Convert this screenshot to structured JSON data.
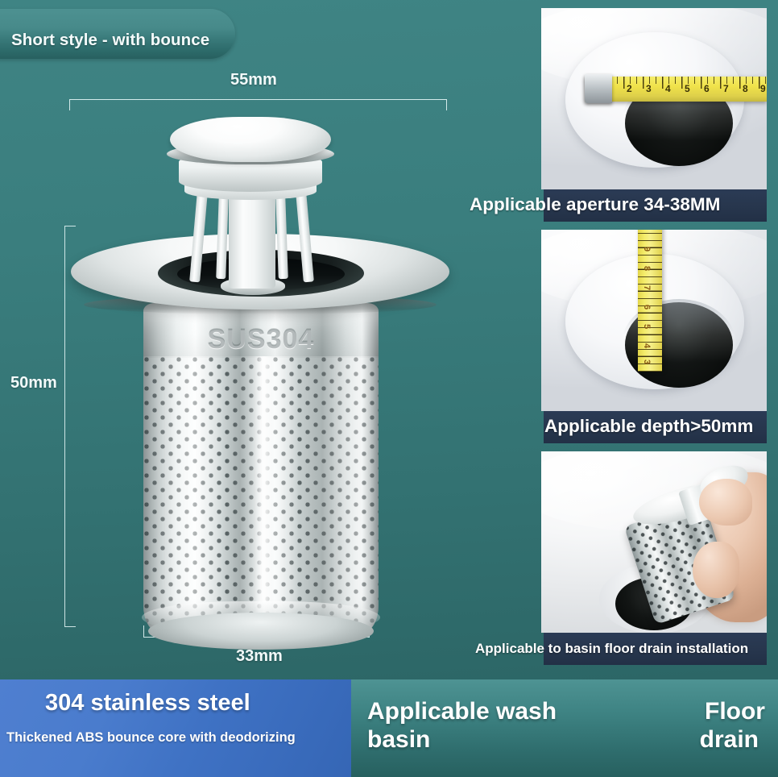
{
  "theme": {
    "background_teal_top": "#3f8484",
    "background_teal_bottom": "#2a6060",
    "caption_bar_navy": "#27364d",
    "bottom_left_blue": "#3f72c4",
    "bottom_right_teal": "#3e8383",
    "text_white": "#ffffff",
    "tape_yellow": "#f0e24a"
  },
  "badge": {
    "label": "Short style - with bounce"
  },
  "dimensions": {
    "width_top": "55mm",
    "height_left": "50mm",
    "width_bottom": "33mm"
  },
  "product": {
    "material_mark": "SUS304",
    "cap_icon": "bounce-cap-icon",
    "basket_icon": "strainer-basket-icon"
  },
  "right_panels": [
    {
      "caption": "Applicable aperture 34-38MM",
      "photo_name": "sink-aperture-measurement-photo",
      "tape_numbers": [
        "2",
        "3",
        "4",
        "5",
        "6",
        "7",
        "8",
        "9"
      ],
      "tape_orientation": "horizontal"
    },
    {
      "caption": "Applicable depth>50mm",
      "photo_name": "sink-depth-measurement-photo",
      "tape_numbers": [
        "9",
        "8",
        "7",
        "6",
        "5",
        "4",
        "3"
      ],
      "tape_orientation": "vertical"
    },
    {
      "caption": "Applicable to basin floor drain installation",
      "photo_name": "hand-installing-strainer-photo"
    }
  ],
  "bottom_left": {
    "title": "304 stainless steel",
    "subtitle": "Thickened ABS bounce core with deodorizing"
  },
  "bottom_right": {
    "label_1_line_1": "Applicable wash",
    "label_1_line_2": "basin",
    "label_2_line_1": "Floor",
    "label_2_line_2": "drain"
  }
}
